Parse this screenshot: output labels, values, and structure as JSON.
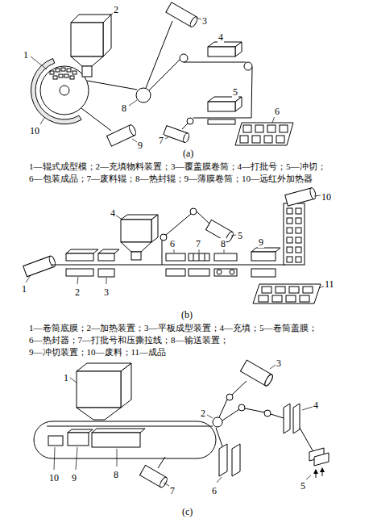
{
  "diagram": {
    "labels": [
      "2",
      "3",
      "1",
      "4",
      "5",
      "6",
      "8",
      "7",
      "10",
      "9",
      "(a)",
      "1—辊式成型模；2—充填物料装置；3—覆盖膜卷筒；4—打批号；5—冲切；",
      "6—包装成品；7—废料辊；8—热封辊；9—薄膜卷筒；10—远红外加热器",
      "1",
      "4",
      "5",
      "10",
      "2",
      "3",
      "6",
      "7",
      "8",
      "9",
      "11",
      "(b)",
      "1—卷筒底膜；2—加热装置；3—平板成型装置；4—充填；5—卷筒盖膜；",
      "6—热封器；7—打批号和压撕拉线；8—输送装置；",
      "9—冲切装置；10—废料；11—成品",
      "1",
      "3",
      "2",
      "4",
      "10",
      "9",
      "8",
      "6",
      "5",
      "7",
      "(c)"
    ]
  }
}
